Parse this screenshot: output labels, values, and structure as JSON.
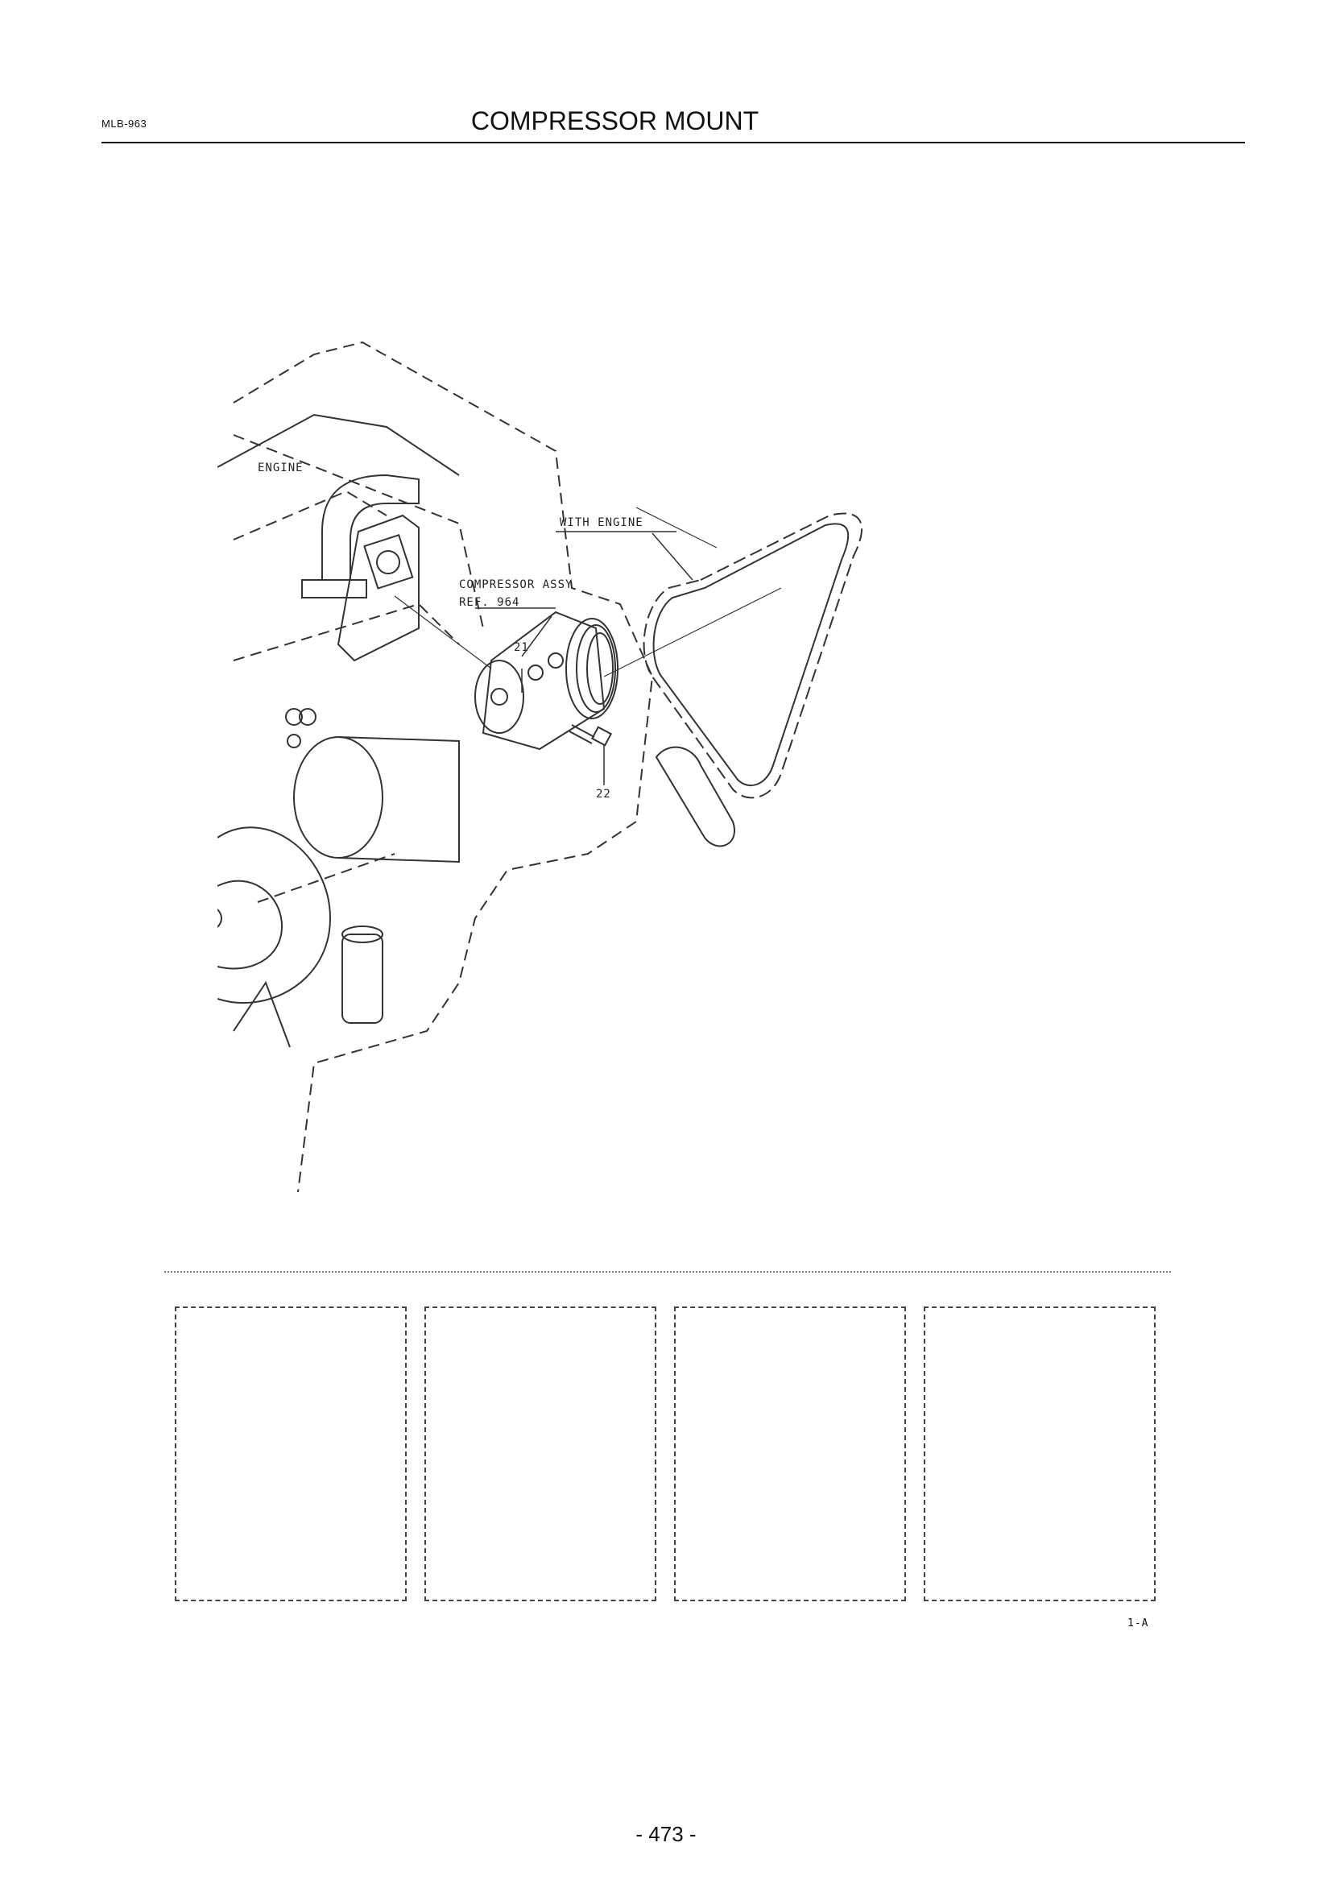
{
  "header": {
    "doc_code": "MLB-963",
    "title": "COMPRESSOR MOUNT"
  },
  "figure": {
    "labels": {
      "engine": "ENGINE",
      "with_engine": "WITH ENGINE",
      "compressor_assy": "COMPRESSOR ASSY",
      "ref": "REF. 964",
      "callout_21": "21",
      "callout_22": "22"
    }
  },
  "legend_boxes": [
    "",
    "",
    "",
    ""
  ],
  "footer": {
    "sheet_code": "1-A",
    "page_number": "- 473 -"
  }
}
